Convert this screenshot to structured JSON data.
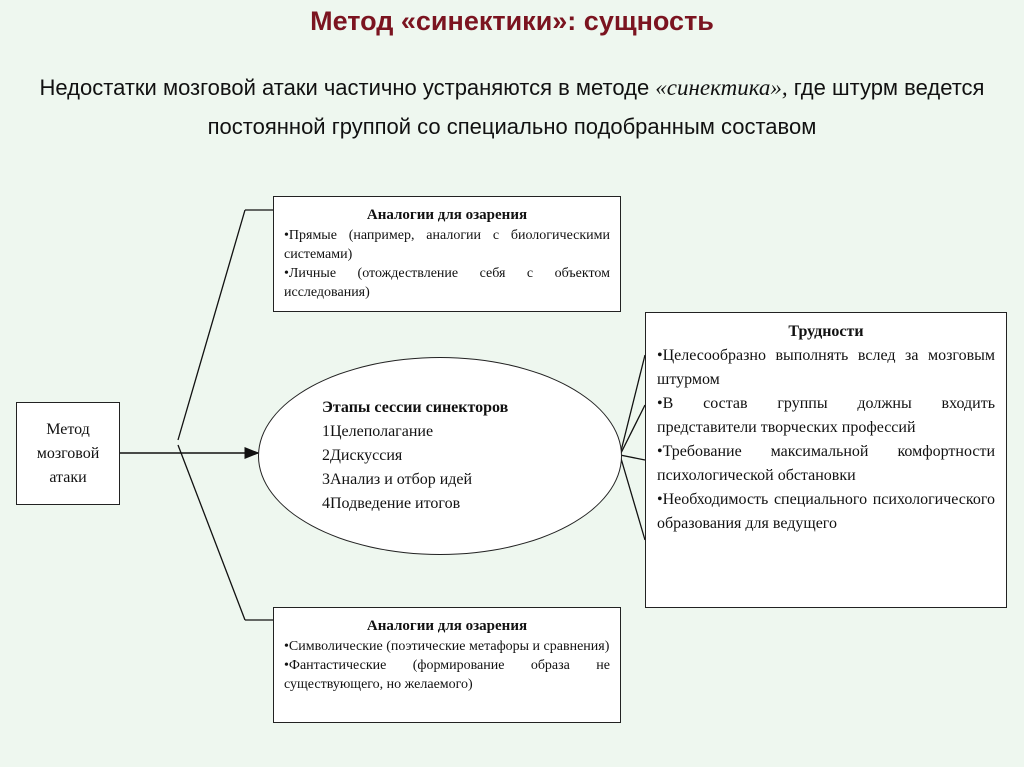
{
  "title": "Метод «синектики»: сущность",
  "intro": {
    "part1": "Недостатки мозговой атаки частично устраняются в методе ",
    "emphasis": "«синектика»,",
    "part2": " где штурм ведется постоянной группой со специально подобранным составом"
  },
  "left_box": {
    "label": "Метод мозговой атаки"
  },
  "top_box": {
    "heading": "Аналогии для озарения",
    "items": [
      "•Прямые (например, аналогии с биологическими системами)",
      "•Личные (отождествление себя с объектом исследования)"
    ]
  },
  "ellipse": {
    "heading": "Этапы сессии синекторов",
    "items": [
      "1Целеполагание",
      "2Дискуссия",
      "3Анализ и отбор идей",
      "4Подведение итогов"
    ]
  },
  "bottom_box": {
    "heading": "Аналогии для озарения",
    "items": [
      "•Символические (поэтические метафоры и сравнения)",
      "•Фантастические (формирование образа не существующего, но желаемого)"
    ]
  },
  "right_box": {
    "heading": "Трудности",
    "items": [
      "•Целесообразно выполнять вслед за мозговым штурмом",
      "•В состав группы должны входить представители творческих профессий",
      "•Требование максимальной комфортности психологической обстановки",
      "•Необходимость специального психологического образования для ведущего"
    ]
  },
  "colors": {
    "title": "#7b1420",
    "background": "#eef7ef"
  }
}
